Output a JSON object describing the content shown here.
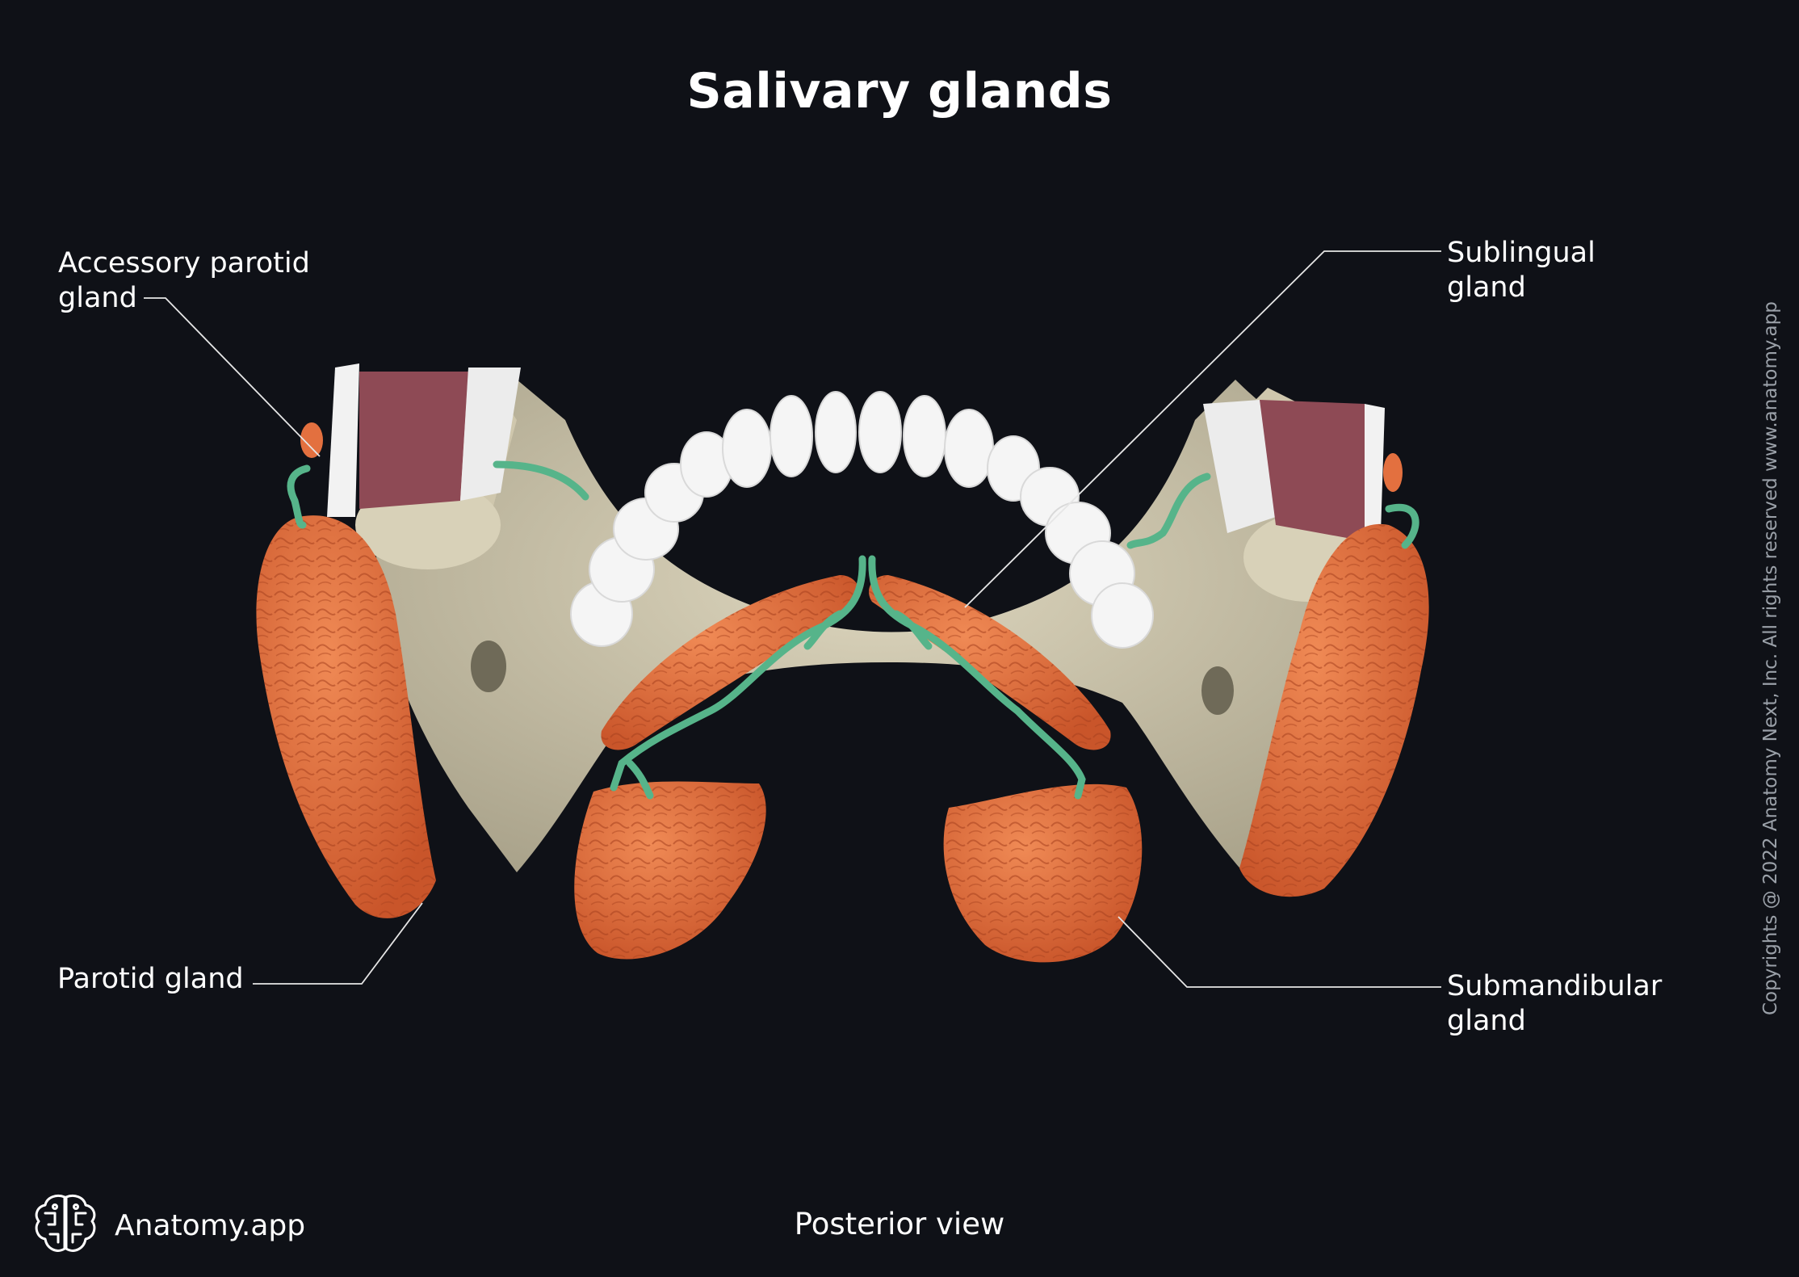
{
  "title": "Salivary glands",
  "view": "Posterior view",
  "labels": {
    "accessory_parotid": "Accessory parotid\ngland",
    "sublingual": "Sublingual\ngland",
    "parotid": "Parotid gland",
    "submandibular": "Submandibular\ngland"
  },
  "brand": {
    "name": "Anatomy.app",
    "icon": "brain-logo-icon"
  },
  "copyright": "Copyrights @ 2022 Anatomy Next, Inc. All rights reserved www.anatomy.app",
  "colors": {
    "background": "#0f1117",
    "gland": "#e3703f",
    "bone": "#cfc7ad",
    "teeth": "#f4f4f4",
    "duct": "#56b48a",
    "muscle": "#8e4a55"
  }
}
